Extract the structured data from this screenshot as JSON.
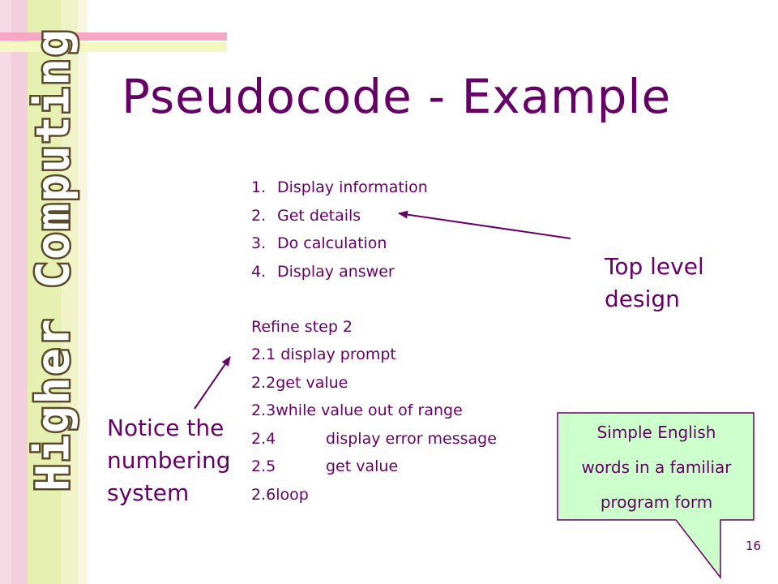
{
  "slide": {
    "title": "Pseudocode - Example",
    "vertical_title": "Higher Computing",
    "page_number": "16"
  },
  "top_level_steps": [
    {
      "num": "1.",
      "text": "Display information"
    },
    {
      "num": "2.",
      "text": "Get details"
    },
    {
      "num": "3.",
      "text": "Do calculation"
    },
    {
      "num": "4.",
      "text": "Display answer"
    }
  ],
  "refinement": {
    "heading": "Refine step 2",
    "steps": [
      {
        "num": "2.1",
        "text": "display prompt"
      },
      {
        "num": "2.2",
        "text": "get value"
      },
      {
        "num": "2.3",
        "text": "while value out of range"
      },
      {
        "num": "2.4",
        "text": "display error message"
      },
      {
        "num": "2.5",
        "text": "get value"
      },
      {
        "num": "2.6",
        "text": "loop"
      }
    ]
  },
  "callouts": {
    "top_level": [
      "Top level",
      "design"
    ],
    "numbering": [
      "Notice the",
      "numbering",
      "system"
    ]
  },
  "speech_bubble": {
    "lines": [
      "Simple English",
      "words in a familiar",
      "program form"
    ]
  },
  "colors": {
    "text": "#660066",
    "bubble_fill": "#ccffcc",
    "accent_pink": "#f4a8c4",
    "accent_lime": "#e6f0b0"
  }
}
